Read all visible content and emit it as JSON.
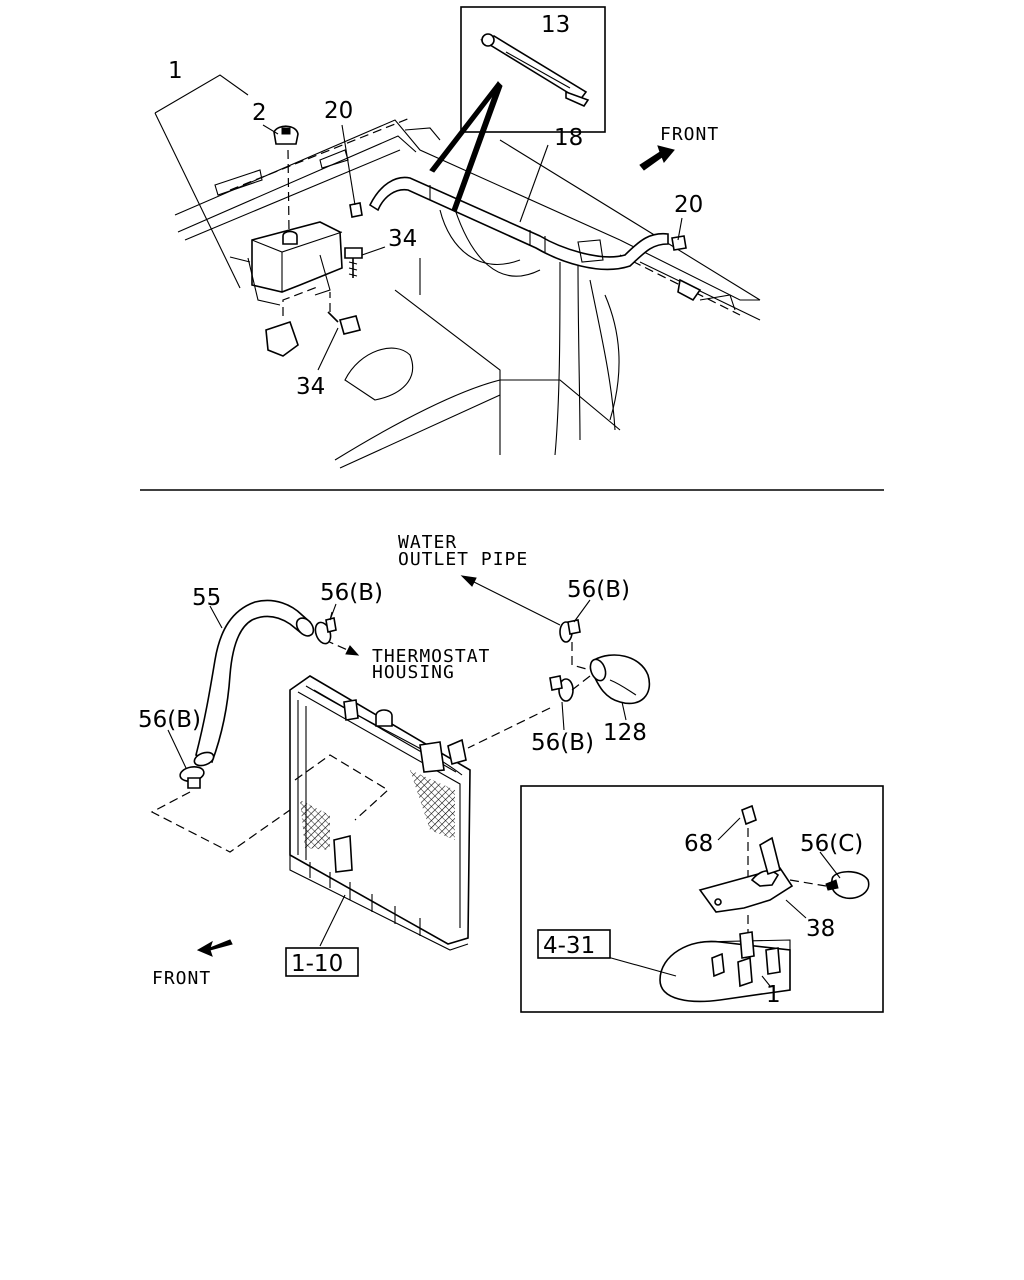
{
  "top_panel": {
    "callouts": {
      "reservoir_assy": "1",
      "cap": "2",
      "harness_bracket": "13",
      "hose": "18",
      "clip_left": "20",
      "clip_right": "20",
      "bolt_upper": "34",
      "bolt_lower": "34"
    },
    "front_label": "FRONT"
  },
  "bottom_panel": {
    "callouts": {
      "upper_hose": "55",
      "clamp_top": "56(B)",
      "clamp_left": "56(B)",
      "clamp_right_top": "56(B)",
      "clamp_right_bottom": "56(B)",
      "outlet_hose": "128",
      "radiator_ref": "1-10"
    },
    "labels": {
      "water_outlet_line1": "WATER",
      "water_outlet_line2": "OUTLET PIPE",
      "thermostat_line1": "THERMOSTAT",
      "thermostat_line2": "HOUSING",
      "front": "FRONT"
    },
    "inset": {
      "callouts": {
        "nut": "68",
        "clamp_c": "56(C)",
        "bracket": "38",
        "engine_ref": "4-31",
        "engine_mount": "1"
      }
    }
  }
}
